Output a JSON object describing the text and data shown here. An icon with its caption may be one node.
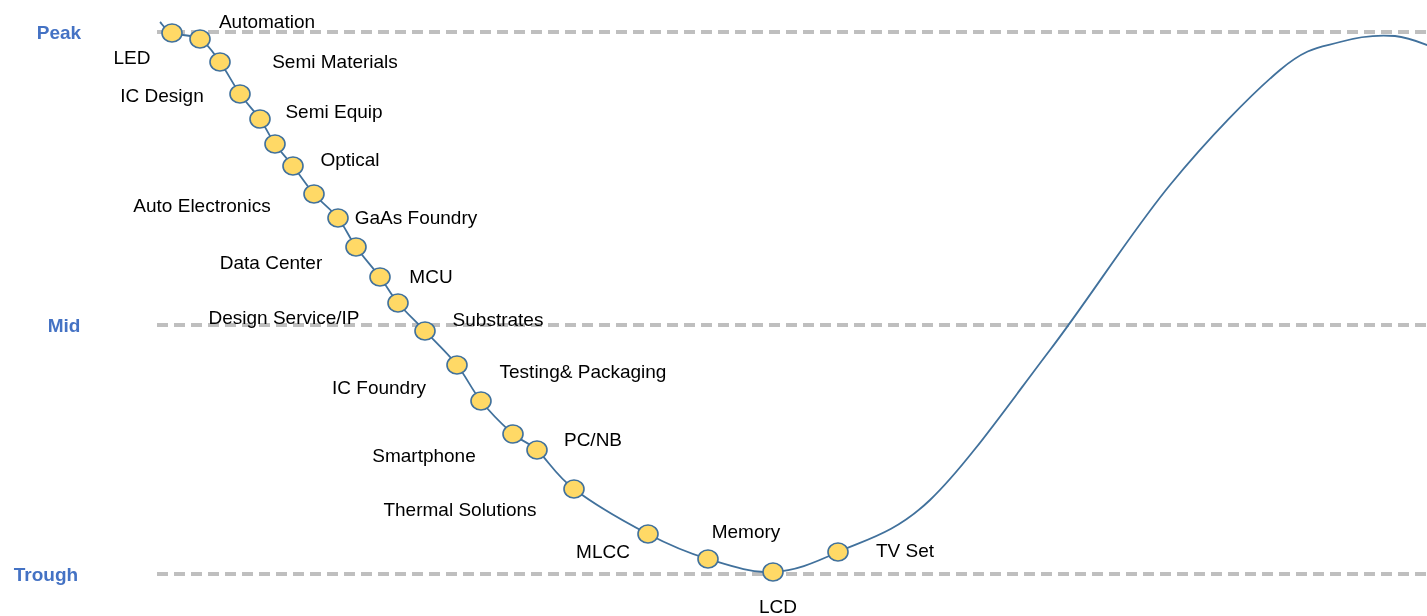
{
  "diagram": {
    "nodes": [
      {
        "text": [],
        "shape": "circle",
        "beside": [
          "LED"
        ]
      },
      {
        "text": [],
        "shape": "circle",
        "beside": [
          "Automation"
        ]
      },
      {
        "text": [],
        "shape": "circle",
        "beside": [
          "Semi Materials"
        ]
      },
      {
        "text": [],
        "shape": "circle",
        "beside": [
          "IC Design"
        ]
      },
      {
        "text": [],
        "shape": "circle",
        "beside": [
          "Semi Equip"
        ]
      },
      {
        "text": [],
        "shape": "circle"
      },
      {
        "text": [],
        "shape": "circle",
        "beside": [
          "Optical"
        ]
      },
      {
        "text": [],
        "shape": "circle",
        "beside": [
          "Auto Electronics"
        ]
      },
      {
        "text": [],
        "shape": "circle",
        "beside": [
          "GaAs Foundry"
        ]
      },
      {
        "text": [],
        "shape": "circle",
        "beside": [
          "Data Center"
        ]
      },
      {
        "text": [],
        "shape": "circle",
        "beside": [
          "MCU"
        ]
      },
      {
        "text": [],
        "shape": "circle",
        "beside": [
          "Design Service/IP"
        ]
      },
      {
        "text": [],
        "shape": "circle",
        "beside": [
          "Substrates"
        ]
      },
      {
        "text": [],
        "shape": "circle",
        "beside": [
          "IC Foundry"
        ]
      },
      {
        "text": [],
        "shape": "circle",
        "beside": [
          "Testing& Packaging"
        ]
      },
      {
        "text": [],
        "shape": "circle",
        "beside": [
          "Smartphone"
        ]
      },
      {
        "text": [],
        "shape": "circle",
        "beside": [
          "PC/NB"
        ]
      },
      {
        "text": [],
        "shape": "circle",
        "beside": [
          "Thermal Solutions"
        ]
      },
      {
        "text": [],
        "shape": "circle",
        "beside": [
          "MLCC"
        ]
      },
      {
        "text": [],
        "shape": "circle",
        "beside": [
          "Memory"
        ]
      },
      {
        "text": [],
        "shape": "circle",
        "beside": [
          "LCD"
        ]
      },
      {
        "text": [],
        "shape": "circle",
        "beside": [
          "TV Set"
        ]
      }
    ],
    "labels": [
      "Peak",
      "Mid",
      "Trough"
    ]
  }
}
